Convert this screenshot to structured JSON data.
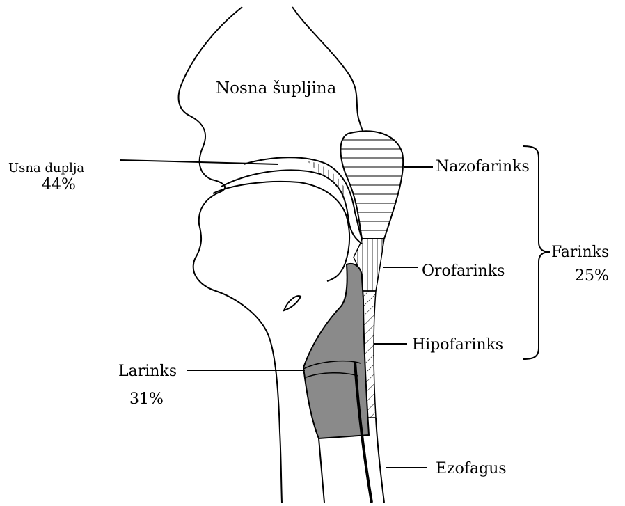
{
  "labels": {
    "nasal_cavity": "Nosna šupljina",
    "oral_cavity": "Usna duplja",
    "oral_cavity_pct": "44%",
    "nasopharynx": "Nazofarinks",
    "oropharynx": "Orofarinks",
    "hypopharynx": "Hipofarinks",
    "pharynx": "Farinks",
    "pharynx_pct": "25%",
    "larynx": "Larinks",
    "larynx_pct": "31%",
    "esophagus": "Ezofagus"
  },
  "colors": {
    "outline": "#000000",
    "larynx_fill": "#8a8a8a",
    "background": "#ffffff"
  }
}
